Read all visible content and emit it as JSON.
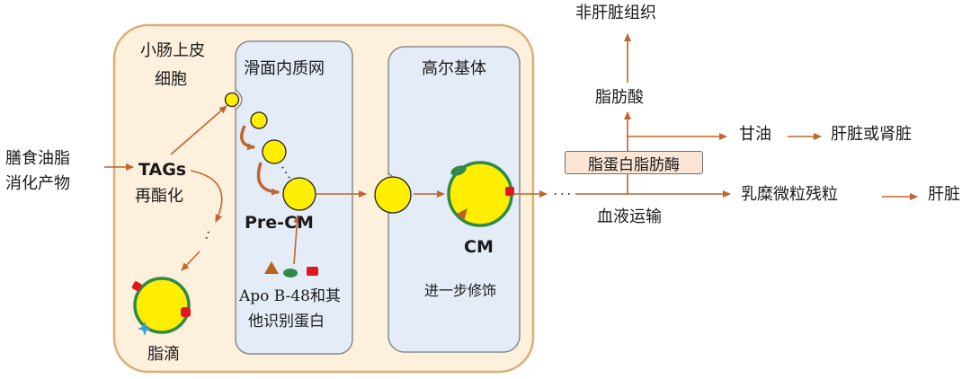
{
  "labels": {
    "cell_line1": "小肠上皮",
    "cell_line2": "细胞",
    "ser_title": "滑面内质网",
    "golgi_title": "高尔基体",
    "diet_line1": "膳食油脂",
    "diet_line2": "消化产物",
    "tags": "TAGs",
    "reesterify": "再酯化",
    "lipid_droplet": "脂滴",
    "pre_cm": "Pre-CM",
    "apo_line1": "Apo B-48和其",
    "apo_line2": "他识别蛋白",
    "cm": "CM",
    "further_mod": "进一步修饰",
    "non_liver": "非肝脏组织",
    "fatty_acid": "脂肪酸",
    "glycerol": "甘油",
    "liver_kidney": "肝脏或肾脏",
    "lpl": "脂蛋白脂肪酶",
    "blood": "血液运输",
    "remnant": "乳糜微粒残粒",
    "liver": "肝脏"
  },
  "colors": {
    "arrow": "#c0652c",
    "cell_fill": "#fdf0dc",
    "cell_border": "#dcae73",
    "organelle_fill": "#e4ecf7",
    "organelle_border": "#8a8a8a",
    "vesicle_fill": "#ffee00",
    "membrane": "#2f8a4a",
    "apo_red": "#e0181e",
    "apo_brown": "#b5651d",
    "apo_green": "#2f8a4a",
    "star_blue": "#3aa0d8"
  }
}
